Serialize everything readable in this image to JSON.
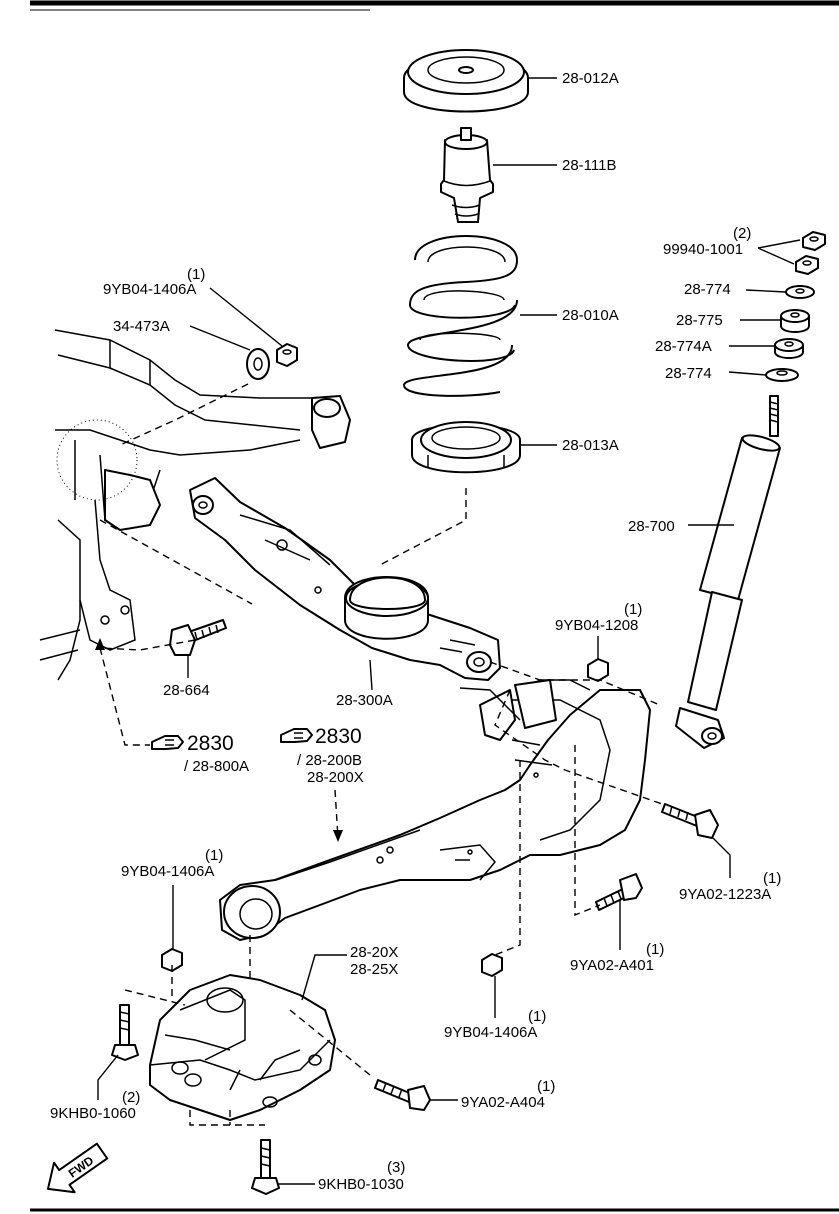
{
  "labels": {
    "upper_seat": "28-012A",
    "bump_stop": "28-111B",
    "coil_spring": "28-010A",
    "lower_seat": "28-013A",
    "nut_qty_top": "(2)",
    "nut_top": "99940-1001",
    "washer_1": "28-774",
    "bushing": "28-775",
    "bushing_a": "28-774A",
    "washer_2": "28-774",
    "shock_absorber": "28-700",
    "nut_left_qty": "(1)",
    "nut_left": "9YB04-1406A",
    "washer_left": "34-473A",
    "nut_1208_qty": "(1)",
    "nut_1208": "9YB04-1208",
    "bolt_664": "28-664",
    "lower_arm": "28-300A",
    "ref_arrow_1": "2830",
    "ref_sub_1": "/ 28-800A",
    "ref_arrow_2": "2830",
    "ref_sub_2a": "/ 28-200B",
    "ref_sub_2b": "28-200X",
    "nut_mid_qty": "(1)",
    "nut_mid": "9YB04-1406A",
    "bolt_1223_qty": "(1)",
    "bolt_1223": "9YA02-1223A",
    "bolt_a401_qty": "(1)",
    "bolt_a401": "9YA02-A401",
    "mount_a": "28-20X",
    "mount_b": "28-25X",
    "nut_low_qty": "(1)",
    "nut_low": "9YB04-1406A",
    "bolt_1060_qty": "(2)",
    "bolt_1060": "9KHB0-1060",
    "bolt_a404_qty": "(1)",
    "bolt_a404": "9YA02-A404",
    "bolt_1030_qty": "(3)",
    "bolt_1030": "9KHB0-1030",
    "fwd": "FWD"
  }
}
